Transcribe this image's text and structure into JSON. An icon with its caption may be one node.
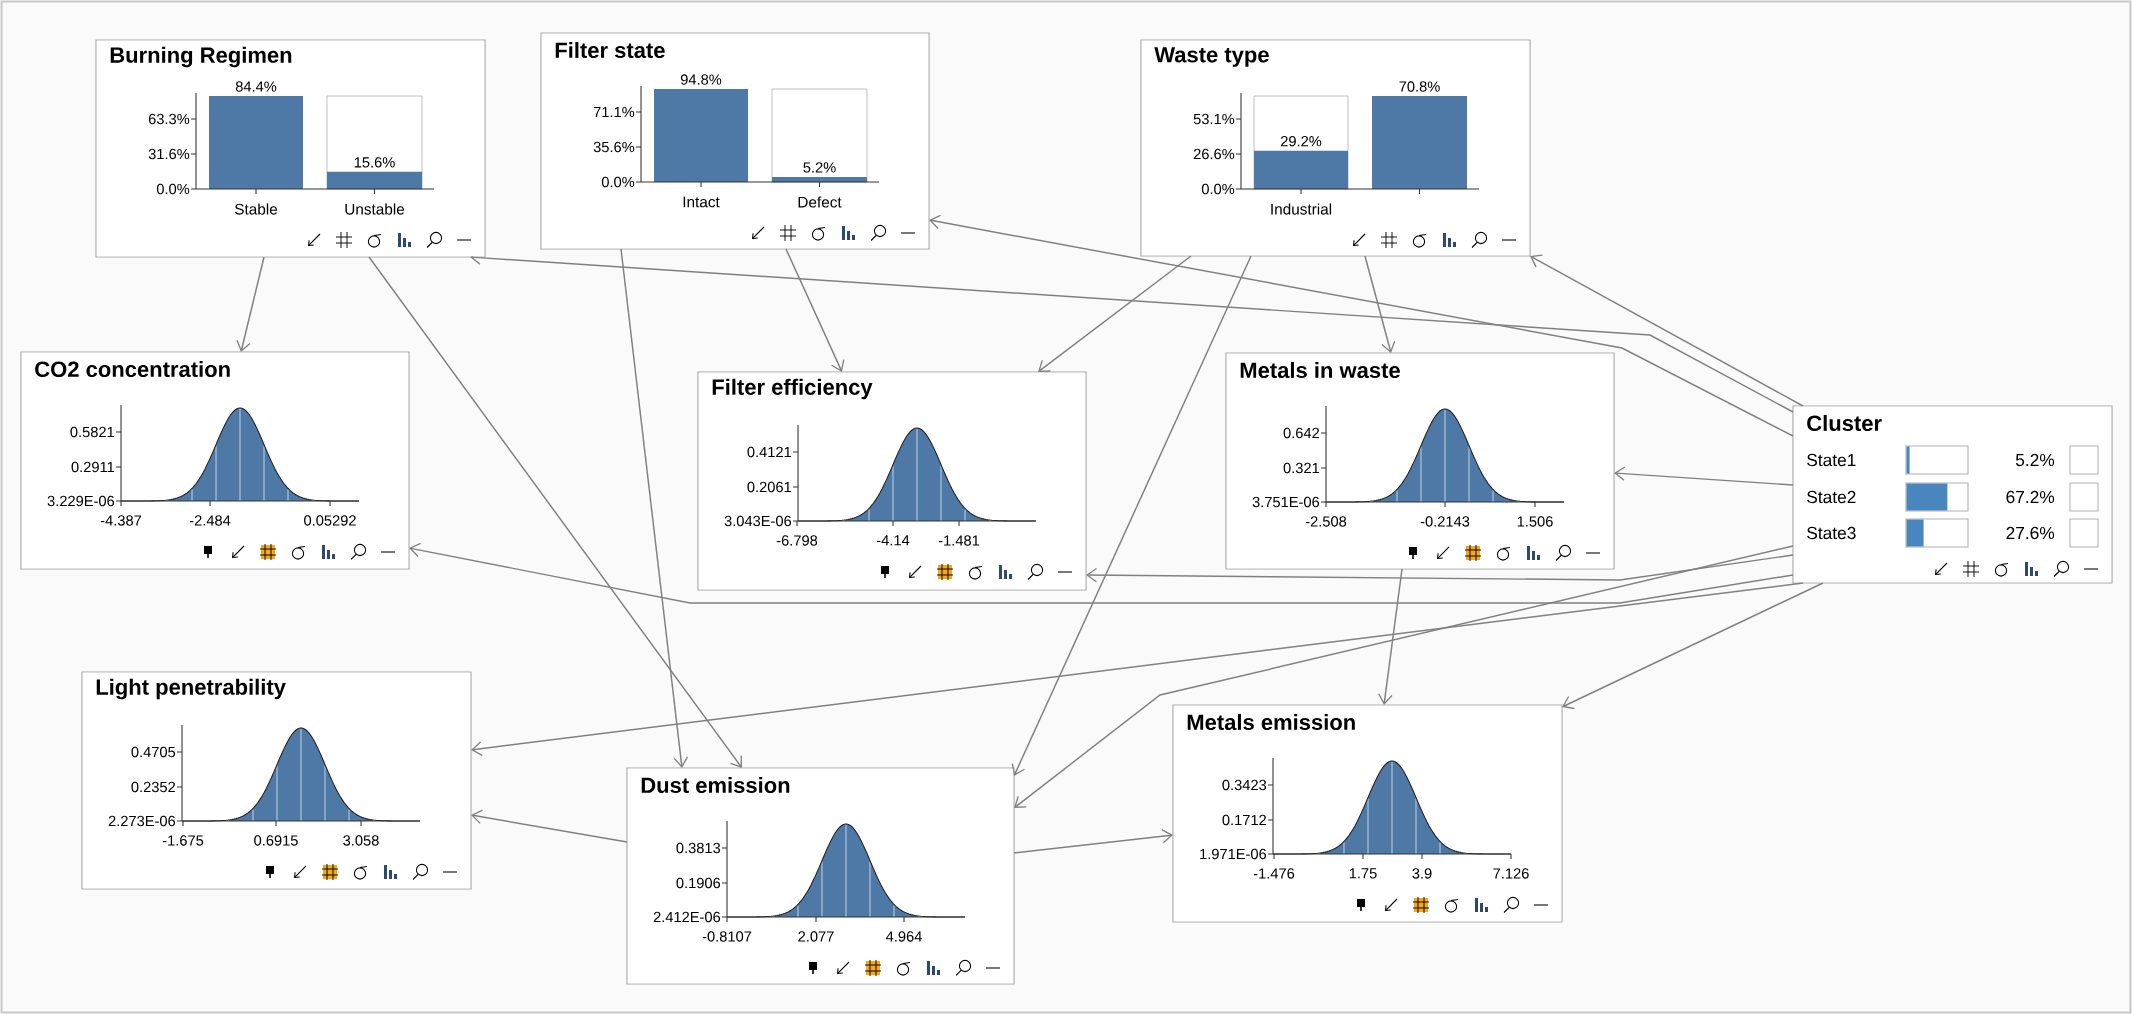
{
  "diagram": {
    "nodes": [
      {
        "text": [
          "Burning Regimen",
          "63.3%",
          "31.6%",
          "0.0%",
          "84.4%",
          "Stable",
          "15.6%",
          "Unstable"
        ]
      },
      {
        "text": [
          "Filter state",
          "71.1%",
          "35.6%",
          "0.0%",
          "94.8%",
          "Intact",
          "5.2%",
          "Defect"
        ]
      },
      {
        "text": [
          "Waste type",
          "53.1%",
          "26.6%",
          "0.0%",
          "29.2%",
          "Industrial",
          "70.8%"
        ]
      },
      {
        "text": [
          "CO2 concentration",
          "0.5821",
          "0.2911",
          "3.229E-06",
          "-4.387",
          "-2.484",
          "0.05292"
        ]
      },
      {
        "text": [
          "Filter efficiency",
          "0.4121",
          "0.2061",
          "3.043E-06",
          "-6.798",
          "-4.14",
          "-1.481"
        ]
      },
      {
        "text": [
          "Metals in waste",
          "0.642",
          "0.321",
          "3.751E-06",
          "-2.508",
          "-0.2143",
          "1.506"
        ]
      },
      {
        "text": [
          "Cluster",
          "State1",
          "5.2%",
          "State2",
          "67.2%",
          "State3",
          "27.6%"
        ]
      },
      {
        "text": [
          "Light penetrability",
          "0.4705",
          "0.2352",
          "2.273E-06",
          "-1.675",
          "0.6915",
          "3.058"
        ]
      },
      {
        "text": [
          "Dust emission",
          "0.3813",
          "0.1906",
          "2.412E-06",
          "-0.8107",
          "2.077",
          "4.964"
        ]
      },
      {
        "text": [
          "Metals emission",
          "0.3423",
          "0.1712",
          "1.971E-06",
          "-1.476",
          "1.75",
          "3.9",
          "7.126"
        ]
      }
    ],
    "edges": [
      {
        "from": 0,
        "to": 3,
        "arrow": "to"
      },
      {
        "from": 0,
        "to": 8,
        "arrow": "to"
      },
      {
        "from": 1,
        "to": 4,
        "arrow": "to"
      },
      {
        "from": 1,
        "to": 8,
        "arrow": "to"
      },
      {
        "from": 2,
        "to": 4,
        "arrow": "to"
      },
      {
        "from": 2,
        "to": 8,
        "arrow": "to"
      },
      {
        "from": 2,
        "to": 5,
        "arrow": "to"
      },
      {
        "from": 5,
        "to": 9,
        "arrow": "to"
      },
      {
        "from": 8,
        "to": 7,
        "arrow": "to"
      },
      {
        "from": 8,
        "to": 9,
        "arrow": "to"
      },
      {
        "from": 6,
        "to": 0,
        "arrow": "to"
      },
      {
        "from": 6,
        "to": 1,
        "arrow": "to"
      },
      {
        "from": 6,
        "to": 2,
        "arrow": "to"
      },
      {
        "from": 6,
        "to": 3,
        "arrow": "to"
      },
      {
        "from": 6,
        "to": 4,
        "arrow": "to"
      },
      {
        "from": 6,
        "to": 5,
        "arrow": "to"
      },
      {
        "from": 6,
        "to": 7,
        "arrow": "to"
      },
      {
        "from": 6,
        "to": 8,
        "arrow": "to"
      },
      {
        "from": 6,
        "to": 9,
        "arrow": "to"
      }
    ]
  }
}
